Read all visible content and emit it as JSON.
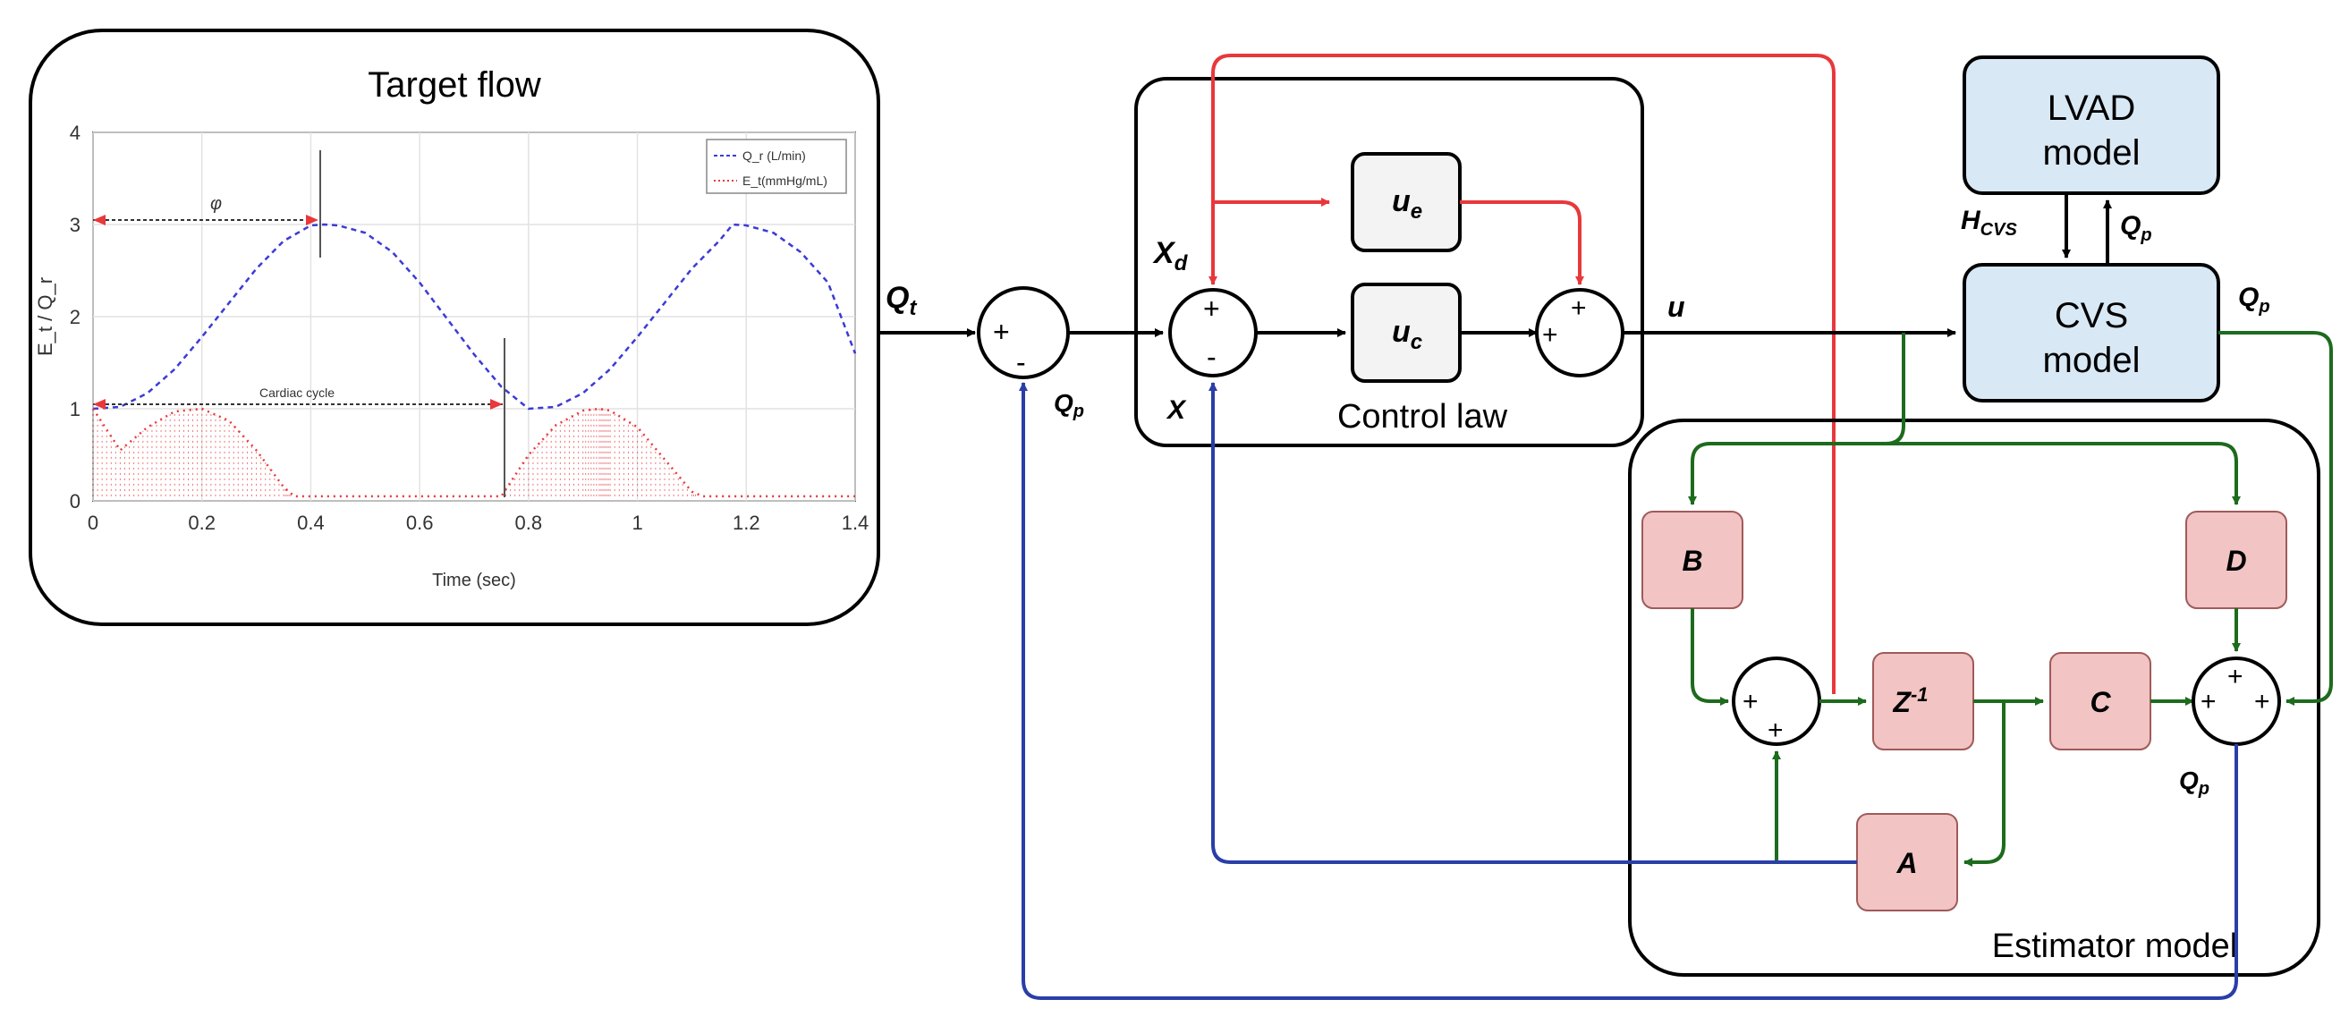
{
  "colors": {
    "black": "#000000",
    "red": "#e8383b",
    "green": "#1d6b1d",
    "blue": "#2a3ea8",
    "blue_box": "#d9e8f5",
    "pink_box": "#f2c4c4",
    "grey_box": "#f3f3f3",
    "plot_blue": "#3b3bd6",
    "plot_red": "#e8383b"
  },
  "target_flow": {
    "title": "Target flow",
    "xlabel": "Time (sec)",
    "ylabel": "E_t / Q_r",
    "legend": [
      "Q_r (L/min)",
      "E_t(mmHg/mL)"
    ],
    "annotation_phi": "φ",
    "annotation_cardiac": "Cardiac cycle",
    "yticks": [
      "0",
      "1",
      "2",
      "3",
      "4"
    ],
    "xticks": [
      "0",
      "0.2",
      "0.4",
      "0.6",
      "0.8",
      "1",
      "1.2",
      "1.4"
    ]
  },
  "chart_data": {
    "type": "line",
    "xlabel": "Time (sec)",
    "ylabel": "E_t / Q_r",
    "xlim": [
      0,
      1.4
    ],
    "ylim": [
      0,
      4
    ],
    "series": [
      {
        "name": "Q_r (L/min)",
        "x": [
          0,
          0.05,
          0.1,
          0.15,
          0.2,
          0.25,
          0.3,
          0.35,
          0.4,
          0.425,
          0.45,
          0.5,
          0.55,
          0.6,
          0.65,
          0.7,
          0.75,
          0.8,
          0.85,
          0.9,
          0.95,
          1.0,
          1.05,
          1.1,
          1.15,
          1.175,
          1.2,
          1.25,
          1.3,
          1.35,
          1.4
        ],
        "y": [
          1.0,
          1.02,
          1.17,
          1.43,
          1.78,
          2.15,
          2.52,
          2.82,
          2.99,
          3.0,
          2.99,
          2.91,
          2.7,
          2.37,
          1.98,
          1.59,
          1.24,
          1.0,
          1.02,
          1.17,
          1.43,
          1.78,
          2.15,
          2.52,
          2.82,
          3.0,
          2.99,
          2.91,
          2.7,
          2.37,
          1.6
        ]
      },
      {
        "name": "E_t(mmHg/mL)",
        "x": [
          0,
          0.05,
          0.1,
          0.15,
          0.2,
          0.25,
          0.3,
          0.35,
          0.37,
          0.4,
          0.5,
          0.6,
          0.7,
          0.75,
          0.8,
          0.85,
          0.9,
          0.93,
          0.95,
          1.0,
          1.05,
          1.1,
          1.12,
          1.2,
          1.3,
          1.4
        ],
        "y": [
          1.0,
          0.55,
          0.8,
          0.97,
          1.0,
          0.87,
          0.55,
          0.15,
          0.05,
          0.05,
          0.05,
          0.05,
          0.05,
          0.05,
          0.5,
          0.82,
          0.98,
          1.0,
          0.98,
          0.8,
          0.45,
          0.1,
          0.05,
          0.05,
          0.05,
          0.05
        ]
      }
    ]
  },
  "blocks": {
    "lvad": [
      "LVAD",
      "model"
    ],
    "cvs": [
      "CVS",
      "model"
    ],
    "ue": "u_e",
    "uc": "u_c",
    "B": "B",
    "D": "D",
    "Z": "Z^-1",
    "C": "C",
    "A": "A"
  },
  "group_labels": {
    "control_law": "Control law",
    "estimator": "Estimator model"
  },
  "signals": {
    "Qt": "Q_t",
    "Qp": "Q_p",
    "Xd": "X_d",
    "X": "X",
    "u": "u",
    "Hcvs": "H_CVS"
  },
  "signs": {
    "plus": "+",
    "minus": "-"
  }
}
